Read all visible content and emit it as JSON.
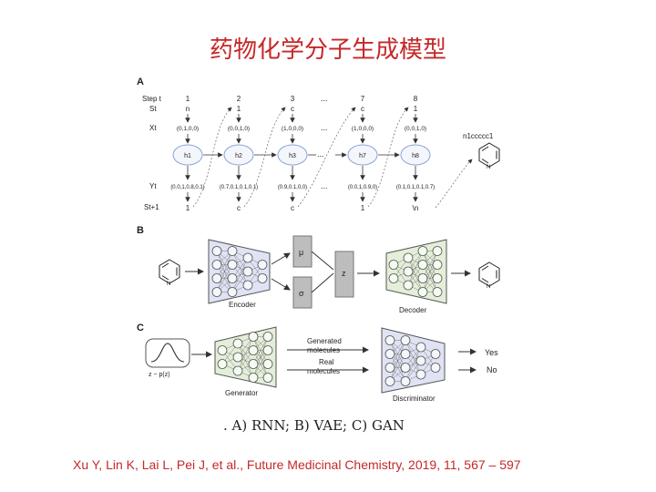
{
  "slide": {
    "title": "药物化学分子生成模型",
    "caption": ". A) RNN; B) VAE; C) GAN",
    "citation": "Xu Y, Lin K, Lai L, Pei J, et al., Future Medicinal Chemistry, 2019, 11, 567 – 597"
  },
  "panel_a": {
    "label": "A",
    "row_labels": {
      "step": "Step t",
      "s": "St",
      "x": "Xt",
      "y": "Yt",
      "s_next": "St+1"
    },
    "steps": [
      {
        "step": "1",
        "s": "n",
        "x": "(0,1,0,0)",
        "h": "h1",
        "y": "(0.0,1,0.8,0.1)",
        "out": "1"
      },
      {
        "step": "2",
        "s": "1",
        "x": "(0,0,1,0)",
        "h": "h2",
        "y": "(0.7,0.1,0.1,0.1)",
        "out": "c"
      },
      {
        "step": "3",
        "s": "c",
        "x": "(1,0,0,0)",
        "h": "h3",
        "y": "(0.9,0.1,0,0)",
        "out": "c"
      },
      {
        "step": "7",
        "s": "c",
        "x": "(1,0,0,0)",
        "h": "h7",
        "y": "(0.0,1,0.9,0)",
        "out": "1"
      },
      {
        "step": "8",
        "s": "1",
        "x": "(0,0,1,0)",
        "h": "h8",
        "y": "(0.1,0.1,0.1,0.7)",
        "out": "\\n"
      }
    ],
    "ellipsis": "...",
    "smiles": "n1ccccc1"
  },
  "panel_b": {
    "label": "B",
    "encoder": "Encoder",
    "decoder": "Decoder",
    "mu": "μ",
    "sigma": "σ",
    "z": "z"
  },
  "panel_c": {
    "label": "C",
    "noise": "z ~ p(z)",
    "generator": "Generator",
    "generated": "Generated",
    "generated2": "molecules",
    "real": "Real",
    "real2": "molecules",
    "discriminator": "Discriminator",
    "yes": "Yes",
    "no": "No"
  },
  "colors": {
    "title": "#c62828",
    "encoder_fill": "#dfe3f4",
    "generator_fill": "#e3efd9",
    "node": "#f4f6fc"
  }
}
